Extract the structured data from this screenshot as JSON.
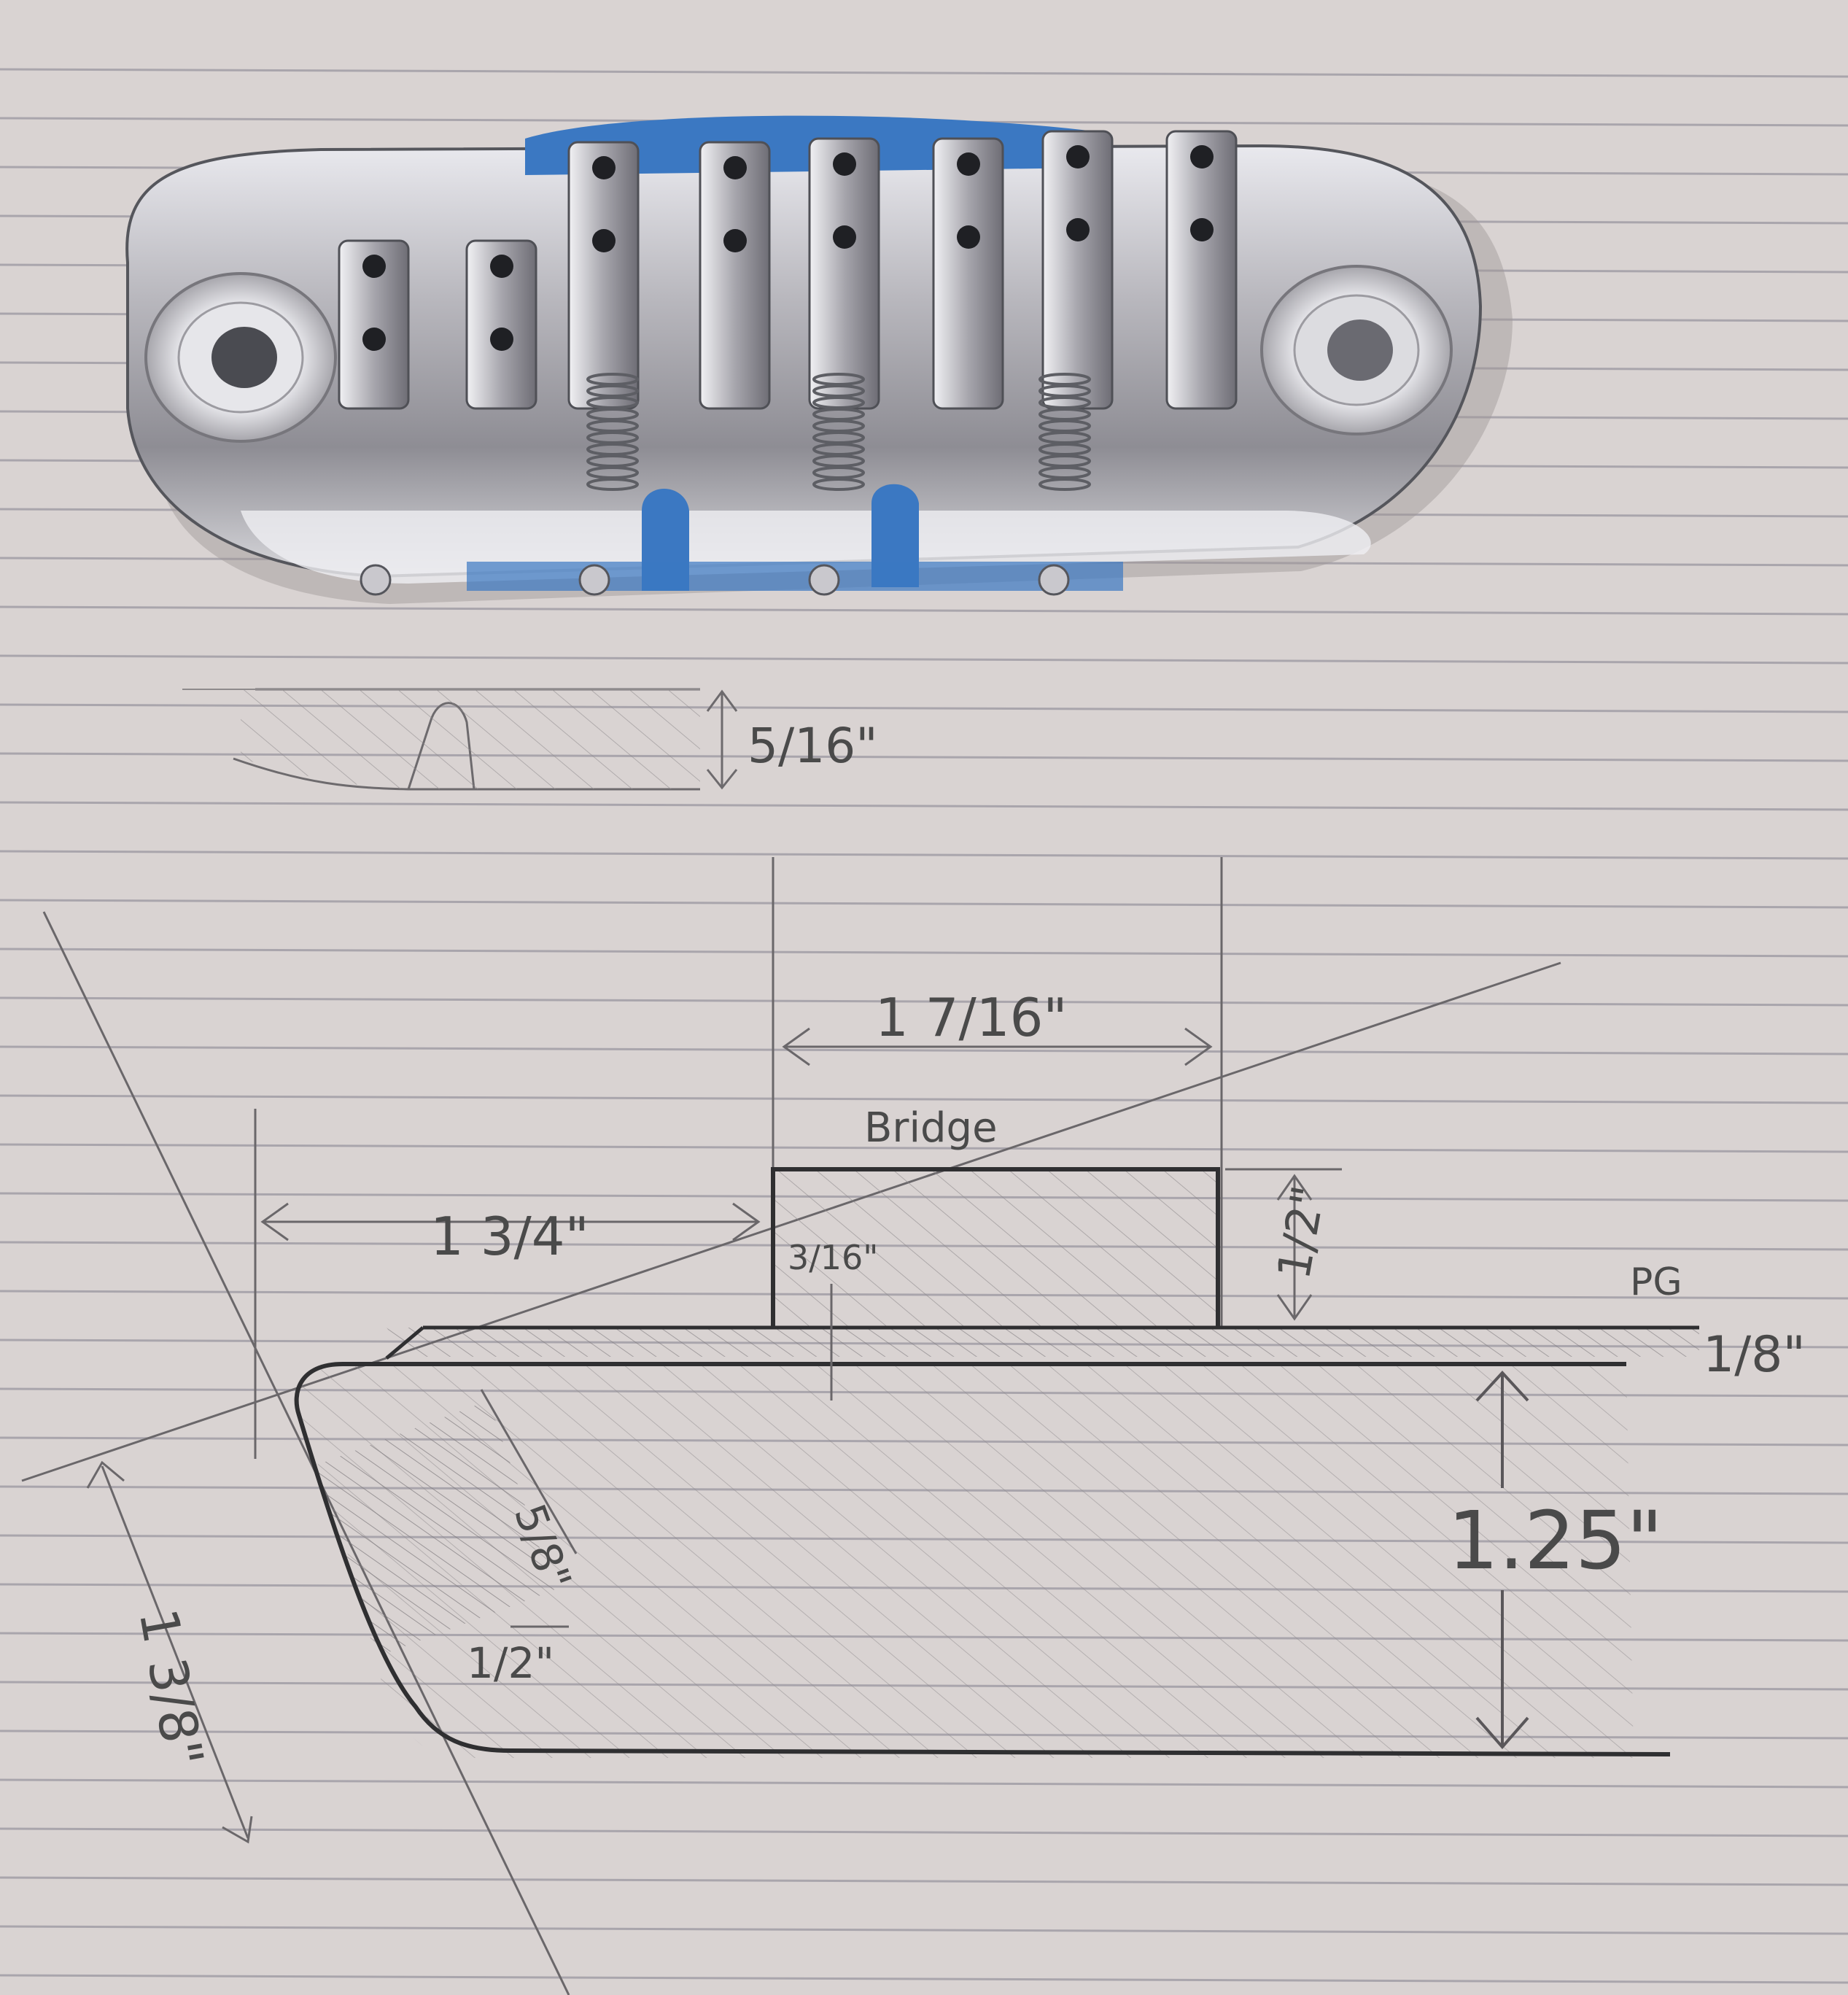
{
  "image": {
    "subject": "chrome-bass-bridge-photo-on-notebook-with-pencil-sketch",
    "colors": {
      "paper": "#d9d3d2",
      "rule_line": "#a9a5ac",
      "pencil": "#3c3c3c",
      "chrome": "#c4c2c6",
      "chrome_dark": "#55565c",
      "tape": "#3b78c2"
    }
  },
  "sketch": {
    "small_section_height": "5/16\"",
    "bridge_width": "1 7/16\"",
    "bridge_label": "Bridge",
    "setback": "1 3/4\"",
    "thin_offset": "3/16\"",
    "bridge_height": "1/2\"",
    "pg_label": "PG",
    "pg_thickness": "1/8\"",
    "body_thickness": "1.25\"",
    "bevel_depth": "5/8\"",
    "bevel_inset": "1/2\"",
    "bevel_width": "1 3/8\""
  }
}
